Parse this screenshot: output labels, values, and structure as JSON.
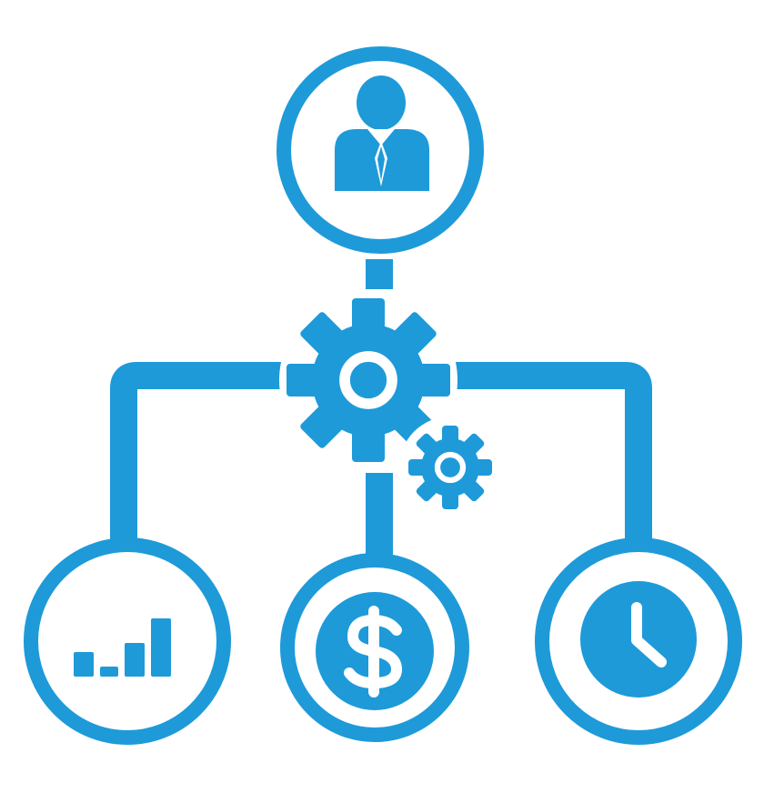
{
  "diagram": {
    "accent_color": "#1E9AD9",
    "background_color": "#FFFFFF",
    "nodes": [
      {
        "id": "person",
        "icon": "businessman-icon"
      },
      {
        "id": "main-gear",
        "icon": "gear-icon"
      },
      {
        "id": "small-gear",
        "icon": "gear-icon"
      },
      {
        "id": "chart",
        "icon": "bar-chart-icon"
      },
      {
        "id": "money",
        "icon": "dollar-icon"
      },
      {
        "id": "time",
        "icon": "clock-icon"
      }
    ],
    "links": [
      {
        "from": "person",
        "to": "main-gear"
      },
      {
        "from": "main-gear",
        "to": "chart"
      },
      {
        "from": "main-gear",
        "to": "money"
      },
      {
        "from": "main-gear",
        "to": "time"
      }
    ]
  }
}
